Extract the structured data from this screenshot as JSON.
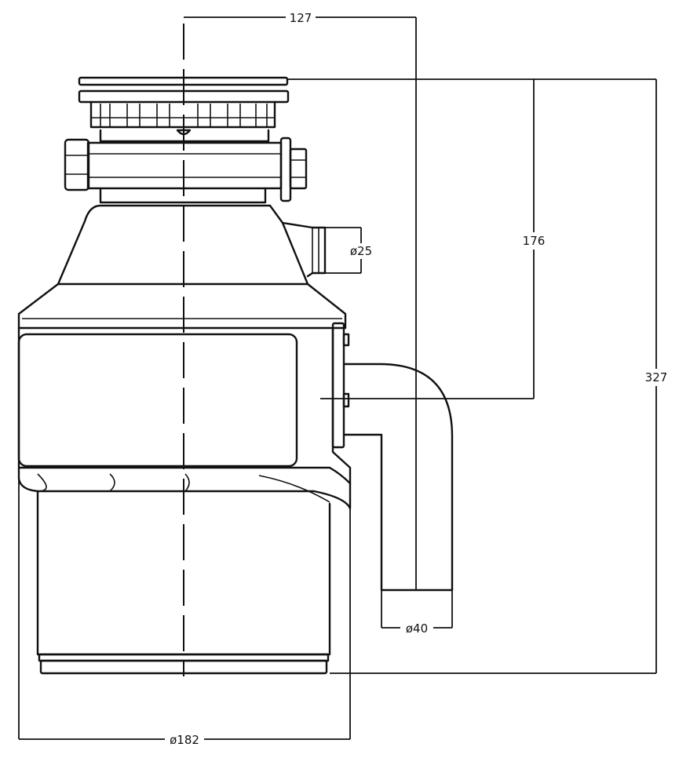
{
  "labels": {
    "top_offset": "127",
    "inlet_height": "176",
    "total_height": "327",
    "dishwasher_inlet_diameter": "ø25",
    "outlet_diameter": "ø40",
    "body_diameter": "ø182"
  },
  "colors": {
    "line": "#111111",
    "background": "#ffffff"
  }
}
